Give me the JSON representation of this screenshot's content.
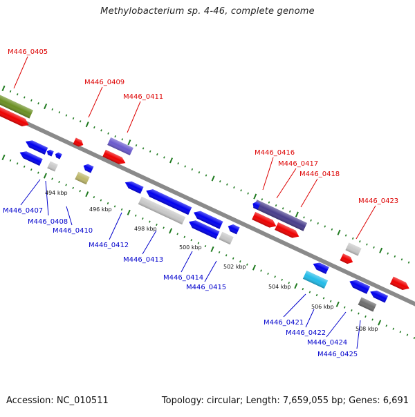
{
  "map": {
    "title": "Methylobacterium sp. 4-46, complete genome",
    "accession": "Accession: NC_010511",
    "summary": "Topology: circular; Length: 7,659,055 bp; Genes: 6,691"
  },
  "colors": {
    "backbone": "#8a8a8a",
    "tick": "#1f7a1f",
    "label_forward": "#dd0000",
    "label_reverse": "#0000cc",
    "feature_red": "#ee0000",
    "feature_blue": "#0000ee",
    "feature_olive": "#6b8f23",
    "feature_purple": "#6a5acd",
    "feature_navy": "#483d8b",
    "feature_gray": "#c8c8c8",
    "feature_darkgray": "#6e6e6e",
    "feature_khaki": "#bdb76b",
    "feature_cyan": "#22bbe8"
  },
  "scale_labels": [
    {
      "text": "494 kbp"
    },
    {
      "text": "496 kbp"
    },
    {
      "text": "498 kbp"
    },
    {
      "text": "500 kbp"
    },
    {
      "text": "502 kbp"
    },
    {
      "text": "504 kbp"
    },
    {
      "text": "506 kbp"
    },
    {
      "text": "508 kbp"
    }
  ],
  "gene_labels": [
    {
      "text": "M446_0405",
      "strand": "forward"
    },
    {
      "text": "M446_0409",
      "strand": "forward"
    },
    {
      "text": "M446_0411",
      "strand": "forward"
    },
    {
      "text": "M446_0416",
      "strand": "forward"
    },
    {
      "text": "M446_0417",
      "strand": "forward"
    },
    {
      "text": "M446_0418",
      "strand": "forward"
    },
    {
      "text": "M446_0423",
      "strand": "forward"
    },
    {
      "text": "M446_0407",
      "strand": "reverse"
    },
    {
      "text": "M446_0408",
      "strand": "reverse"
    },
    {
      "text": "M446_0410",
      "strand": "reverse"
    },
    {
      "text": "M446_0412",
      "strand": "reverse"
    },
    {
      "text": "M446_0413",
      "strand": "reverse"
    },
    {
      "text": "M446_0414",
      "strand": "reverse"
    },
    {
      "text": "M446_0415",
      "strand": "reverse"
    },
    {
      "text": "M446_0421",
      "strand": "reverse"
    },
    {
      "text": "M446_0422",
      "strand": "reverse"
    },
    {
      "text": "M446_0424",
      "strand": "reverse"
    },
    {
      "text": "M446_0425",
      "strand": "reverse"
    }
  ]
}
